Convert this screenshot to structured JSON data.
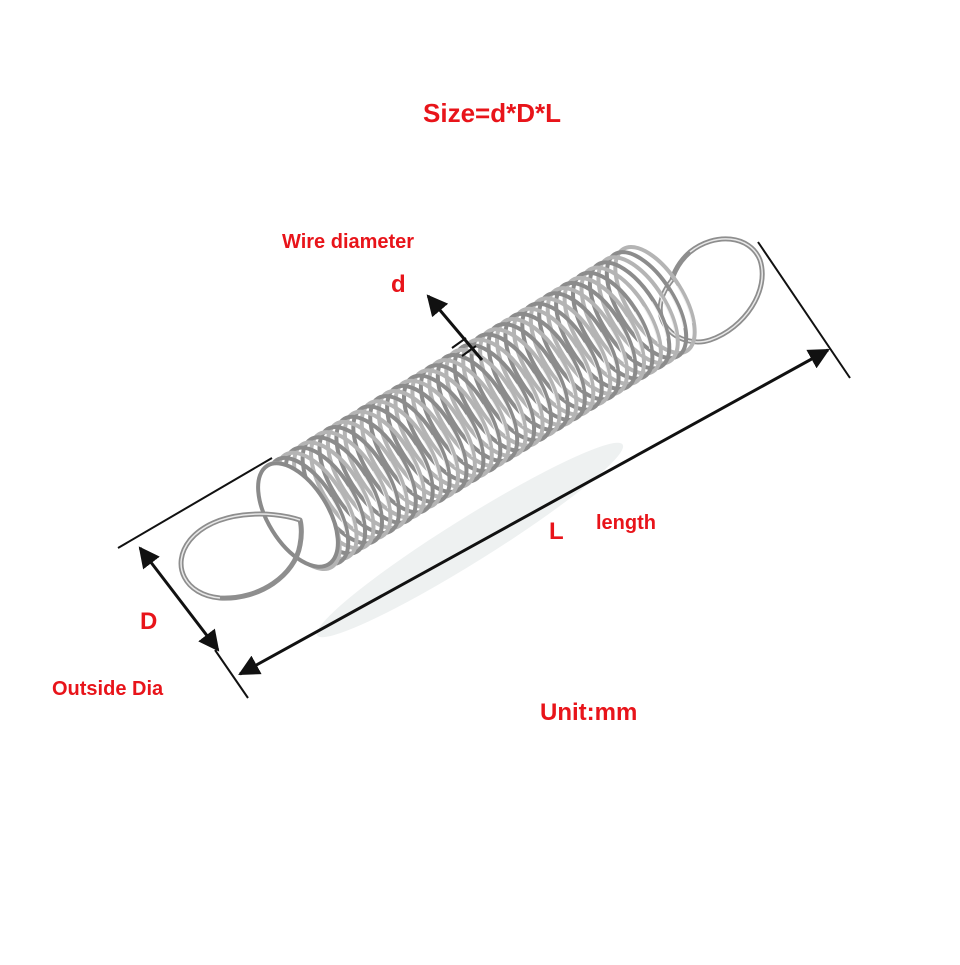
{
  "title": "Size=d*D*L",
  "labels": {
    "wire_diameter": "Wire diameter",
    "d_symbol": "d",
    "L_symbol": "L",
    "length": "length",
    "D_symbol": "D",
    "outside_dia": "Outside Dia",
    "unit": "Unit:mm"
  },
  "colors": {
    "label_red": "#e8141a",
    "dimension_line": "#111111",
    "spring_steel": "#9a9a9a"
  },
  "icons": {
    "spring": "extension-spring-with-hooks"
  }
}
